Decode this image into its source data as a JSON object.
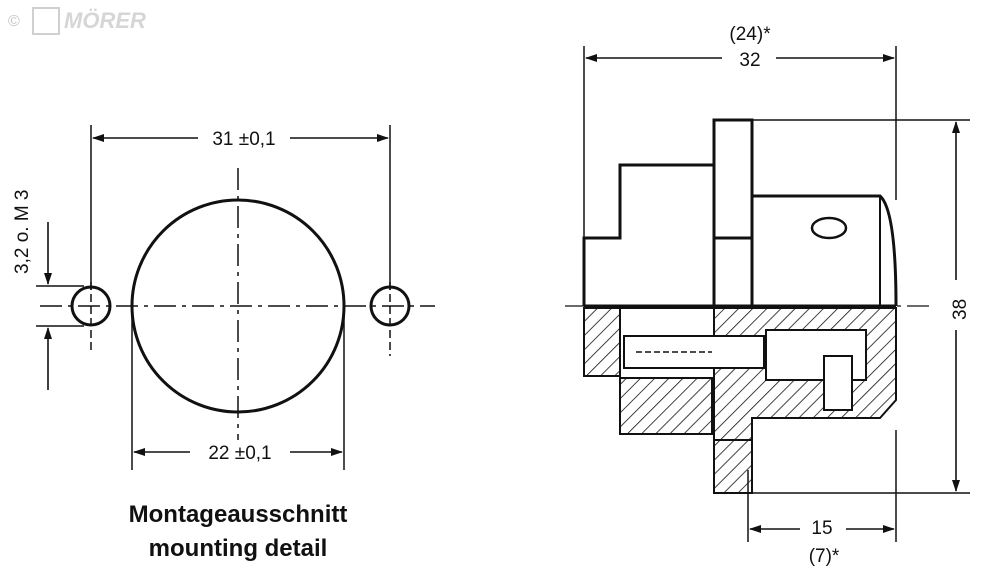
{
  "logo": {
    "symbol": "©",
    "text": "MÖRER"
  },
  "mounting_detail": {
    "dim_hole_spacing": "31 ±0,1",
    "dim_cutout_diameter": "22 ±0,1",
    "dim_hole_size": "3,2 o. M 3",
    "caption_de": "Montageausschnitt",
    "caption_en": "mounting detail"
  },
  "side_view": {
    "dim_length": "32",
    "dim_length_alt": "(24)*",
    "dim_height": "38",
    "dim_front": "15",
    "dim_front_alt": "(7)*"
  }
}
